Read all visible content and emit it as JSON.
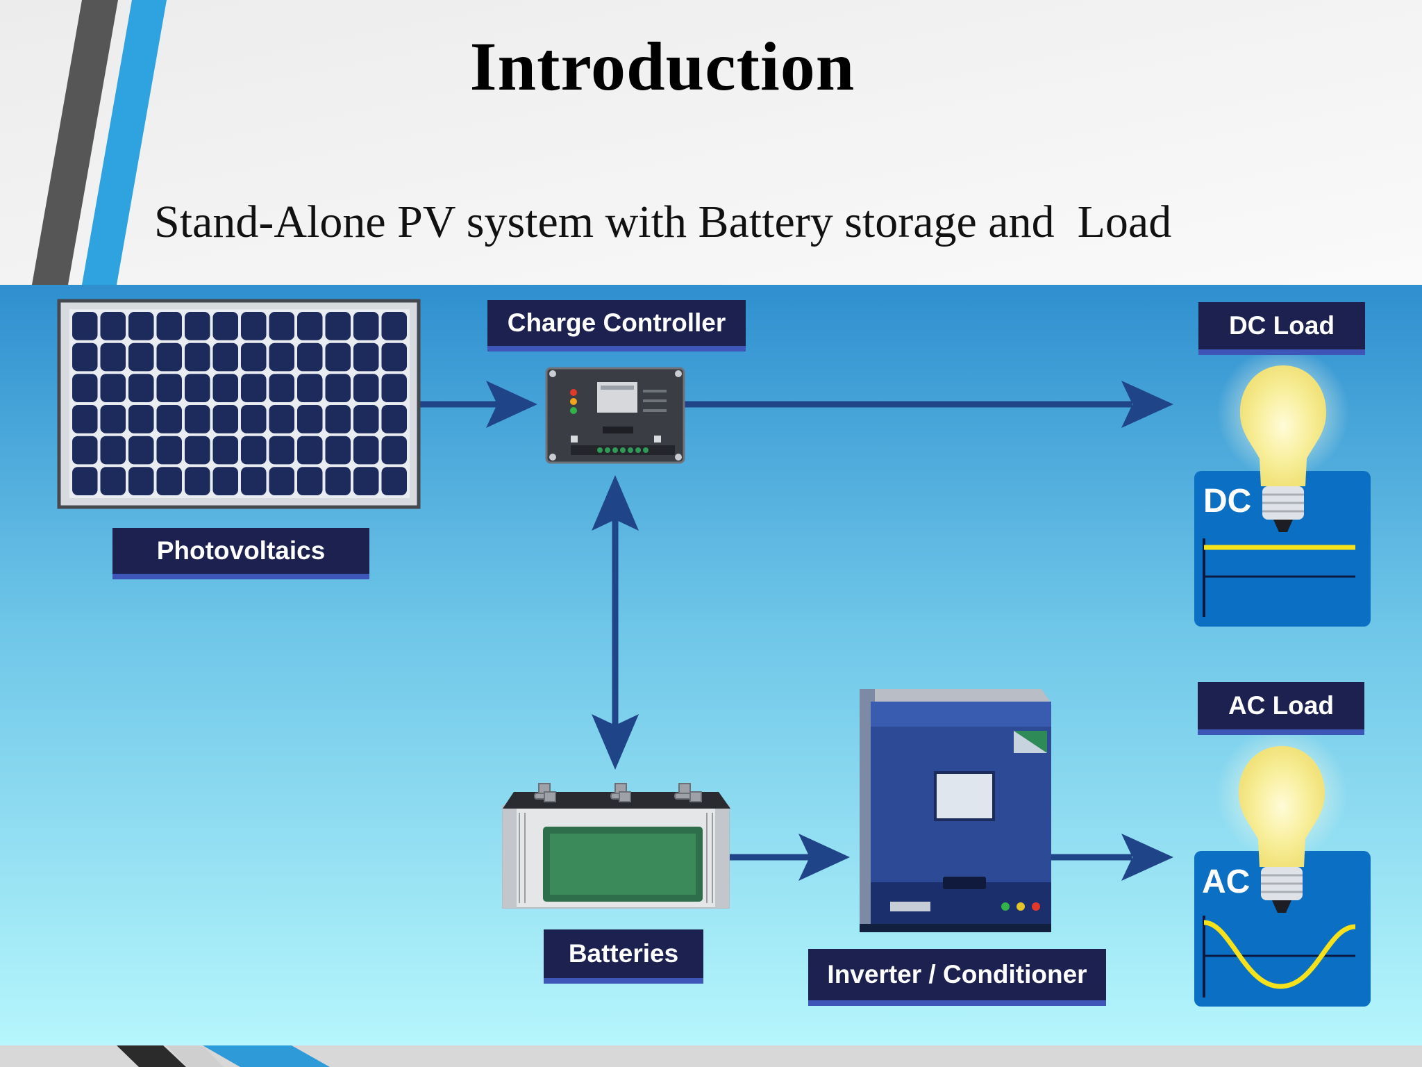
{
  "slide": {
    "title": "Introduction",
    "subtitle": "Stand-Alone PV system with Battery storage and  Load"
  },
  "diagram": {
    "nodes": {
      "photovoltaics": "Photovoltaics",
      "charge_controller": "Charge Controller",
      "dc_load": "DC Load",
      "ac_load": "AC Load",
      "batteries": "Batteries",
      "inverter": "Inverter / Conditioner"
    },
    "panel_text": {
      "dc": "DC",
      "ac": "AC"
    },
    "edges": [
      {
        "from": "Photovoltaics",
        "to": "Charge Controller"
      },
      {
        "from": "Charge Controller",
        "to": "DC Load"
      },
      {
        "from": "Charge Controller",
        "to": "Batteries",
        "bidirectional": true
      },
      {
        "from": "Batteries",
        "to": "Inverter / Conditioner"
      },
      {
        "from": "Inverter / Conditioner",
        "to": "AC Load"
      }
    ]
  },
  "colors": {
    "accent_blue": "#2ea3e0",
    "accent_gray": "#555555",
    "label_bg": "#1c2150",
    "label_shadow": "#3d56b8",
    "arrow": "#1f4488",
    "bulb_glow": "#fff3a0",
    "dc_line": "#f5e21a"
  }
}
